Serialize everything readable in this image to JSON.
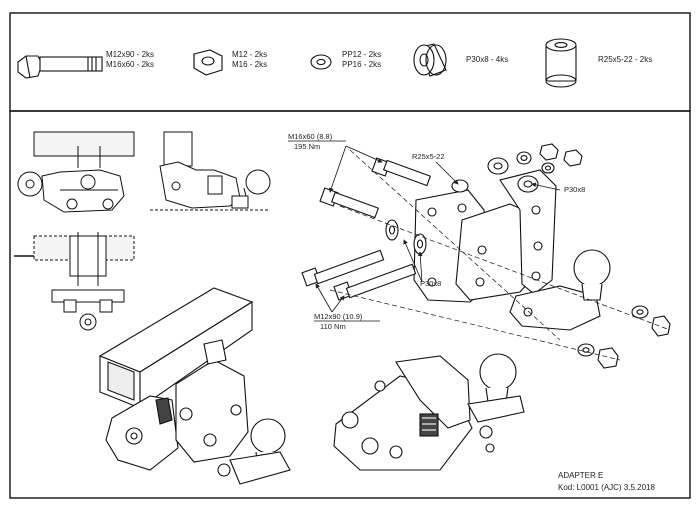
{
  "parts": [
    {
      "name": "bolt",
      "lines": [
        "M12x90 - 2ks",
        "M16x60 - 2ks"
      ]
    },
    {
      "name": "nut",
      "lines": [
        "M12 - 2ks",
        "M16 - 2ks"
      ]
    },
    {
      "name": "washer",
      "lines": [
        "PP12 - 2ks",
        "PP16 - 2ks"
      ]
    },
    {
      "name": "spacer-p30",
      "lines": [
        "P30x8 - 4ks"
      ]
    },
    {
      "name": "spacer-r25",
      "lines": [
        "R25x5-22 - 2ks"
      ]
    }
  ],
  "callouts": {
    "bolt_top": "M16x60 (8.8)",
    "torque_top": "195 Nm",
    "spacer_r25": "R25x5-22",
    "spacer_p30_right": "P30x8",
    "spacer_p30_mid": "P30x8",
    "bolt_bottom": "M12x90 (10.9)",
    "torque_bottom": "110 Nm"
  },
  "footer": {
    "line1": "ADAPTER E",
    "line2": "Kod: L0001 (AJC) 3.5.2018"
  }
}
